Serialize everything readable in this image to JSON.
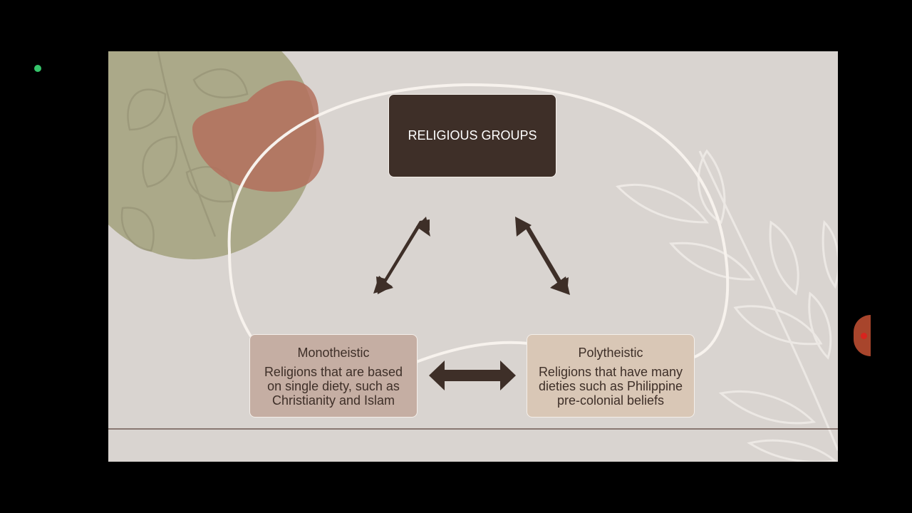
{
  "diagram": {
    "top": {
      "label": "RELIGIOUS GROUPS"
    },
    "left": {
      "title": "Monotheistic",
      "description": "Religions that are based on single diety, such as Christianity and Islam"
    },
    "right": {
      "title": "Polytheistic",
      "description": "Religions that have many dieties such as Philippine pre-colonial beliefs"
    }
  },
  "colors": {
    "screen_background": "#000000",
    "slide_background": "#d9d4d0",
    "dark_box": "#3e2f28",
    "left_box": "#c5aea3",
    "right_box": "#d9c7b6",
    "arrow": "#3e2f28",
    "olive_circle": "#aba989",
    "terracotta_blob": "#b3705d",
    "status_dot": "#35c46a"
  },
  "icons": {
    "status": "green-dot-icon",
    "leaves_left": "leaf-branch-icon",
    "leaves_right": "leaf-branch-icon",
    "arrows": "double-arrow-icon",
    "side_handle": "record-button-icon"
  }
}
